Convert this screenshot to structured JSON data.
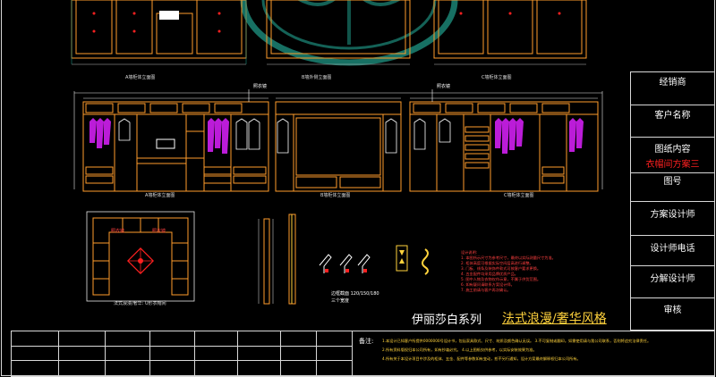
{
  "colors": {
    "background": "#000000",
    "frame": "#d8d8d8",
    "cabinet": "#ff9d2b",
    "dimension": "#e8e8e8",
    "clothes": "#d020f0",
    "accent_red": "#ff2020",
    "title_yellow": "#ffd23c",
    "watermark": "#1d8c7c"
  },
  "elevations": {
    "top_labels": [
      "A墙柜体立面图",
      "B墙外侧立面图",
      "C墙柜体立面图"
    ],
    "middle_labels": [
      "A墙柜体立面图",
      "B墙柜体立面图",
      "C墙柜体立面图"
    ],
    "callout_text": "照衣镜"
  },
  "plan": {
    "labels": [
      "照衣镜",
      "照衣镜"
    ],
    "caption": "法式浪漫/奢华: U形衣帽间"
  },
  "profiles": {
    "size_note": "边框截面 120/150/180",
    "size_sub": "三个宽度"
  },
  "notes": {
    "heading": "设计说明:",
    "lines": [
      "1. 本图所示尺寸为参考尺寸，最终以实际测量尺寸为准。",
      "2. 柜体高度可根据实际空间层高进行调整。",
      "3. 门板、线条及装饰件款式可按客户要求更换。",
      "4. 五金配件均采用品牌优质产品。",
      "5. 图中人物及衣物仅作示意，不属于供货范围。",
      "6. 如有疑问请联系方案设计师。",
      "7. 施工前请与客户再次确认。"
    ]
  },
  "series_title": {
    "main": "伊丽莎白系列",
    "style": "法式浪漫/奢华风格"
  },
  "title_block": {
    "dealer_label": "经销商",
    "customer_label": "客户名称",
    "content_label": "图纸内容",
    "content_value": "衣帽间方案三",
    "drawing_no_label": "图号",
    "designer_label": "方案设计师",
    "designer_phone_label": "设计师电话",
    "decompose_designer_label": "分解设计师",
    "review_label": "审核"
  },
  "footer": {
    "remark_label": "备注:",
    "remark_lines": [
      "1.本设计已知客户所提供0000000号设计书，包括家具款式、尺寸、材质及颜色确认无误。 3.不可复制或翻印。如需使用请与我公司联系，否则将追究法律责任。",
      "2.所有资料版权归本公司所有，如有抄袭必究。          4.以上图纸仅供参考，以实际安装效果为准。",
      "4.所有关于本设计项目中涉及的柜体、五金、配件等参数如有变动，恕不另行通知，设计方案最终解释权归本公司所有。"
    ]
  }
}
